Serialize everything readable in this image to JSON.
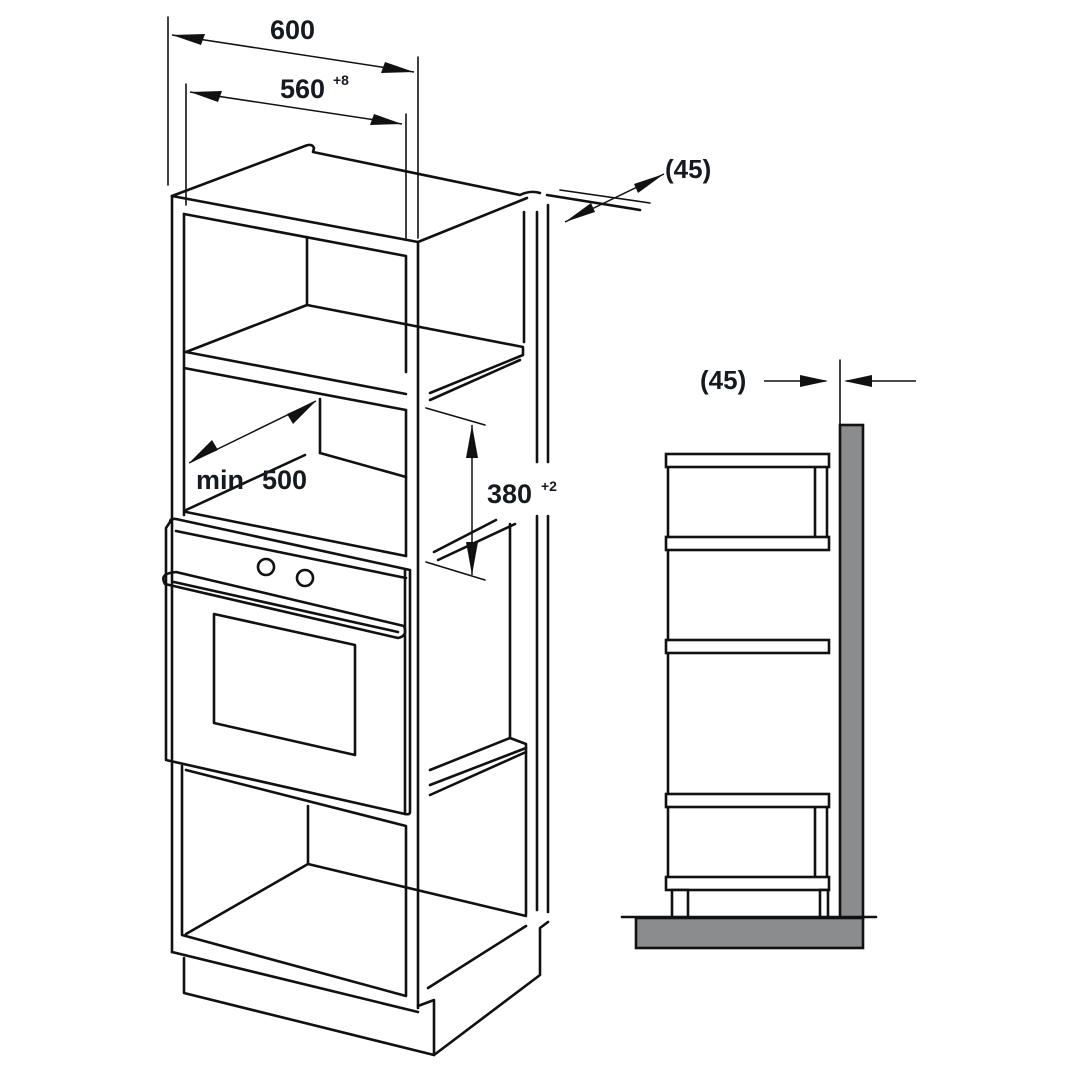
{
  "diagram": {
    "title": "Built-in tall cabinet installation dimensions",
    "colors": {
      "line": "#111111",
      "wall_fill": "#8a8c8e",
      "background": "#ffffff",
      "text": "#151a20"
    },
    "perspective_view": {
      "dimensions": {
        "outer_width": {
          "value": "600",
          "tolerance": ""
        },
        "inner_width": {
          "value": "560",
          "tolerance": "+8"
        },
        "depth": {
          "prefix": "min",
          "value": "500"
        },
        "niche_height": {
          "value": "380",
          "tolerance": "+2"
        },
        "back_gap": {
          "value": "(45)"
        }
      },
      "parts": [
        "cabinet-top",
        "upper-niche-shelf",
        "appliance-niche",
        "oven",
        "oven-control-knob",
        "oven-control-knob",
        "oven-handle",
        "oven-window",
        "lower-compartment",
        "plinth"
      ]
    },
    "side_view": {
      "dimensions": {
        "wall_gap": {
          "value": "(45)"
        }
      },
      "parts": [
        "wall",
        "floor",
        "shelf",
        "shelf",
        "shelf",
        "shelf",
        "shelf",
        "feet"
      ]
    }
  }
}
